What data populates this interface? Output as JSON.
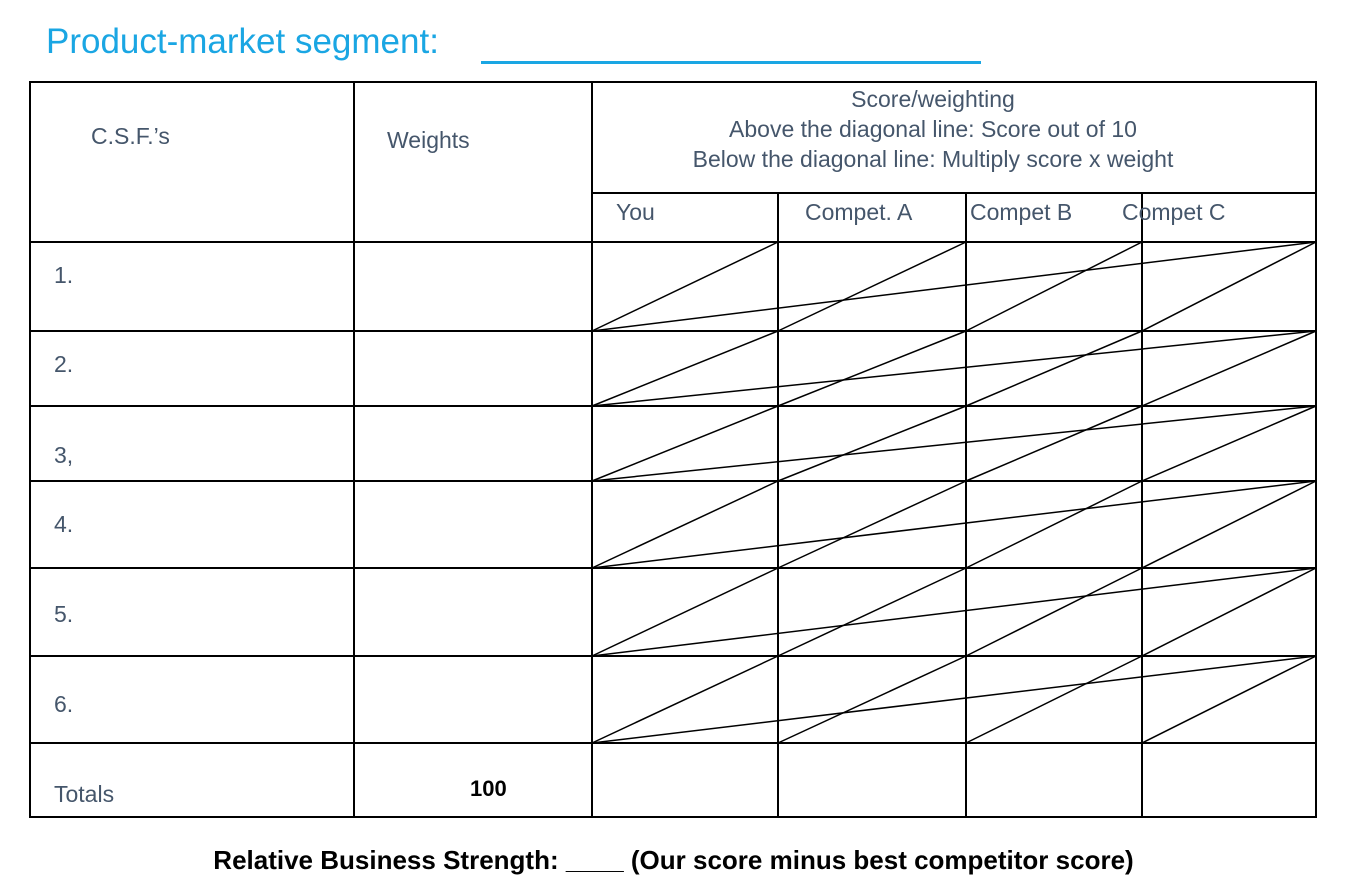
{
  "title": {
    "label": "Product-market segment:"
  },
  "table": {
    "col_csf": "C.S.F.’s",
    "col_weights": "Weights",
    "score_header": [
      "Score/weighting",
      "Above the diagonal line: Score out of 10",
      "Below the diagonal line: Multiply score x weight"
    ],
    "competitors": [
      "You",
      "Compet. A",
      "Compet B",
      "Compet C"
    ],
    "rows": [
      "1.",
      "2.",
      "3,",
      "4.",
      "5.",
      "6."
    ],
    "totals_label": "Totals",
    "totals_weight": "100"
  },
  "footer": {
    "text": "Relative Business Strength: ____  (Our score minus best competitor score)"
  }
}
